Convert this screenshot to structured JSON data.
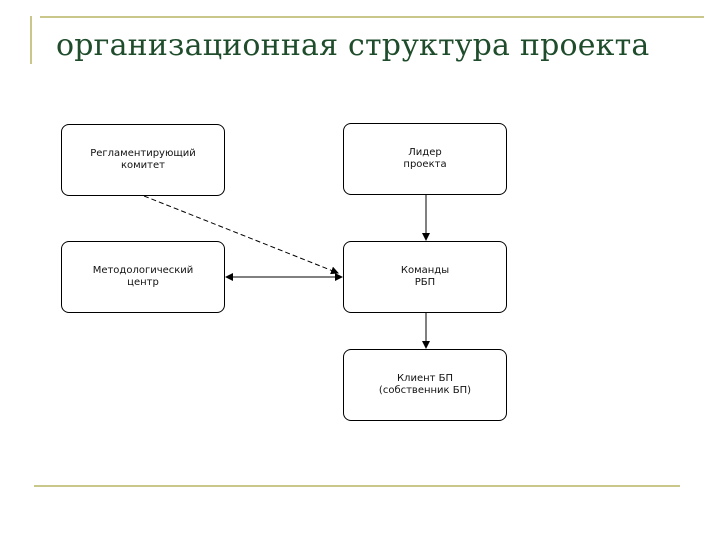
{
  "slide": {
    "title": "организационная структура проекта"
  },
  "diagram": {
    "nodes": [
      {
        "id": "committee",
        "lines": [
          "Регламентирующий",
          "комитет"
        ]
      },
      {
        "id": "leader",
        "lines": [
          "Лидер",
          "проекта"
        ]
      },
      {
        "id": "method",
        "lines": [
          "Методологический",
          "центр"
        ]
      },
      {
        "id": "teams",
        "lines": [
          "Команды",
          "РБП"
        ]
      },
      {
        "id": "client",
        "lines": [
          "Клиент БП",
          "(собственник БП)"
        ]
      }
    ],
    "edges": [
      {
        "from": "leader",
        "to": "teams",
        "style": "solid",
        "arrow": "end"
      },
      {
        "from": "teams",
        "to": "client",
        "style": "solid",
        "arrow": "end"
      },
      {
        "from": "method",
        "to": "teams",
        "style": "solid",
        "arrow": "both"
      },
      {
        "from": "committee",
        "to": "teams",
        "style": "dashed",
        "arrow": "end"
      }
    ]
  },
  "colors": {
    "title": "#1f4d2c",
    "rule": "#c9c78a"
  }
}
